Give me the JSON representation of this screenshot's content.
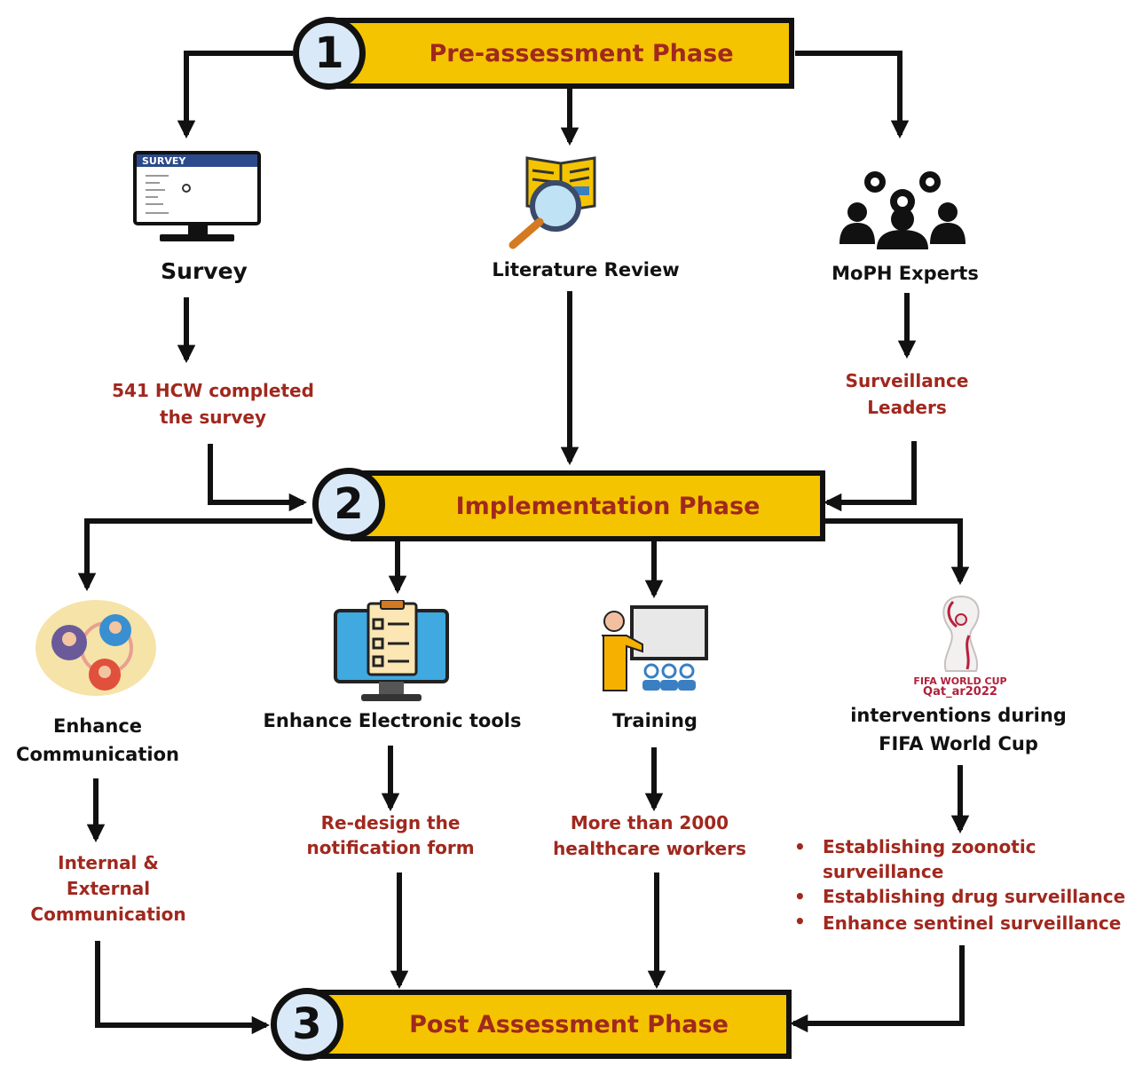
{
  "phases": [
    {
      "number": "1",
      "title": "Pre-assessment Phase"
    },
    {
      "number": "2",
      "title": "Implementation Phase"
    },
    {
      "number": "3",
      "title": "Post Assessment Phase"
    }
  ],
  "pre_assessment": {
    "survey": {
      "label": "Survey",
      "icon_text": "SURVEY",
      "result": [
        "541 HCW completed",
        "the survey"
      ]
    },
    "literature": {
      "label": "Literature Review"
    },
    "experts": {
      "label": "MoPH Experts",
      "result": [
        "Surveillance",
        "Leaders"
      ]
    }
  },
  "implementation": {
    "communication": {
      "label": [
        "Enhance",
        "Communication"
      ],
      "result": [
        "Internal &",
        "External",
        "Communication"
      ]
    },
    "electronic": {
      "label": "Enhance Electronic tools",
      "result": [
        "Re-design the",
        "notification form"
      ]
    },
    "training": {
      "label": "Training",
      "result": [
        "More than 2000",
        "healthcare workers"
      ]
    },
    "fifa": {
      "logo_text": [
        "FIFA WORLD CUP",
        "Qat_ar2022"
      ],
      "label": [
        "interventions during",
        "FIFA World Cup"
      ],
      "bullets": [
        "Establishing zoonotic",
        "surveillance",
        "Establishing drug surveillance",
        "Enhance sentinel surveillance"
      ]
    }
  },
  "colors": {
    "phase_fill": "#F5C400",
    "phase_text": "#A0281E",
    "number_fill": "#D9E9F8",
    "result_text": "#A0281E",
    "line": "#111111"
  },
  "icons": [
    "monitor-survey-icon",
    "book-magnifier-icon",
    "team-gears-icon",
    "people-network-icon",
    "monitor-checklist-icon",
    "trainer-board-icon",
    "world-cup-trophy-icon"
  ]
}
